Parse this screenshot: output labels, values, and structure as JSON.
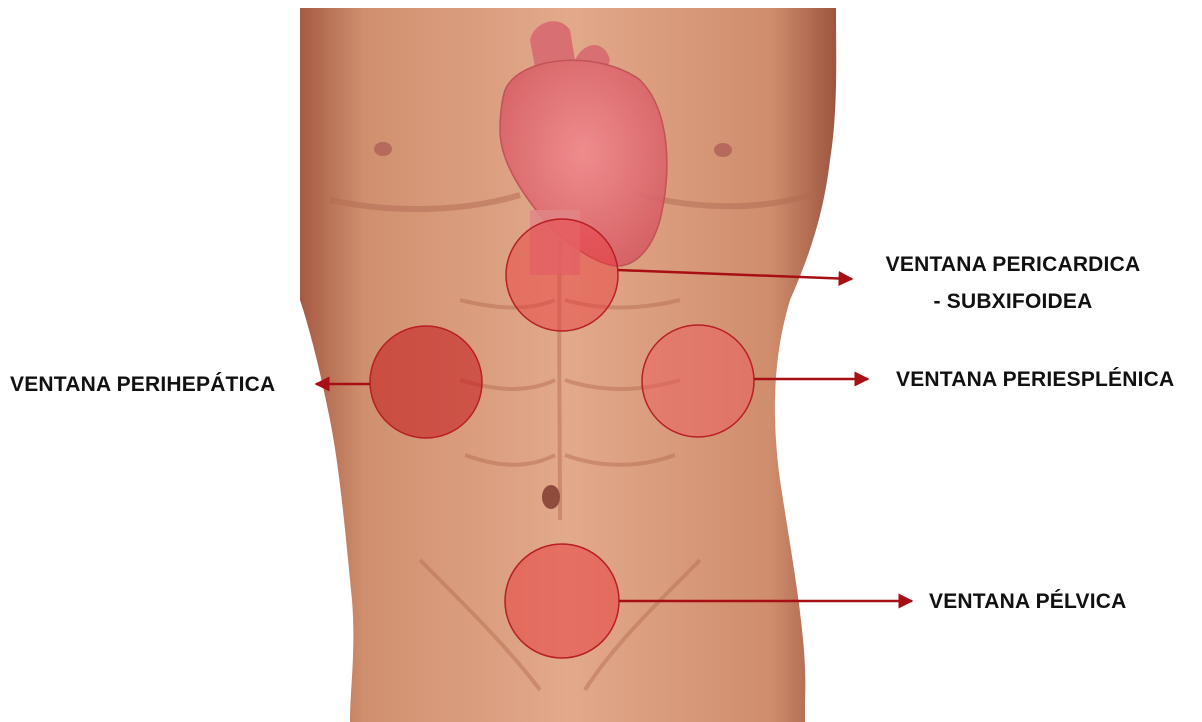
{
  "labels": {
    "pericardica_line1": "VENTANA PERICARDICA",
    "pericardica_line2": "- SUBXIFOIDEA",
    "perihepatica": "VENTANA PERIHEPÁTICA",
    "periesplenica": "VENTANA PERIESPLÉNICA",
    "pelvica": "VENTANA PÉLVICA"
  },
  "colors": {
    "skin": "#d99a7c",
    "skin_shadow": "#b8705a",
    "heart": "#e0747a",
    "window_fill": "#e8353a",
    "window_stroke": "#b81e24",
    "arrow": "#a80f14"
  }
}
